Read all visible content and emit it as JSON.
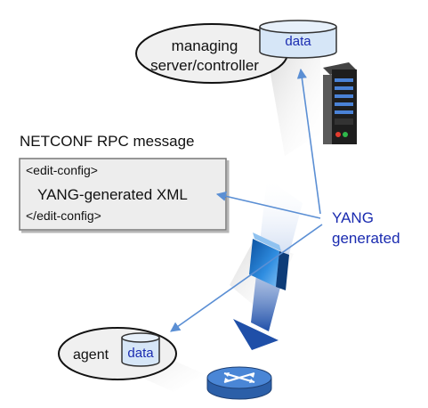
{
  "manager": {
    "line1": "managing",
    "line2": "server/controller",
    "db_label": "data"
  },
  "rpc": {
    "title": "NETCONF RPC message",
    "open_tag": "<edit-config>",
    "body": "YANG-generated XML",
    "close_tag": "</edit-config>"
  },
  "yang": {
    "line1": "YANG",
    "line2": "generated"
  },
  "agent": {
    "label": "agent",
    "db_label": "data"
  },
  "colors": {
    "arrow_blue": "#5b8fd4",
    "text_blue": "#1a2bb0",
    "db_fill": "#d6e6f7",
    "ellipse_fill": "#f0f0f0",
    "router_fill": "#3f78c9",
    "server_fill": "#1e1e1e"
  },
  "icons": [
    "database-icon",
    "server-icon",
    "router-icon",
    "firewall-icon"
  ]
}
